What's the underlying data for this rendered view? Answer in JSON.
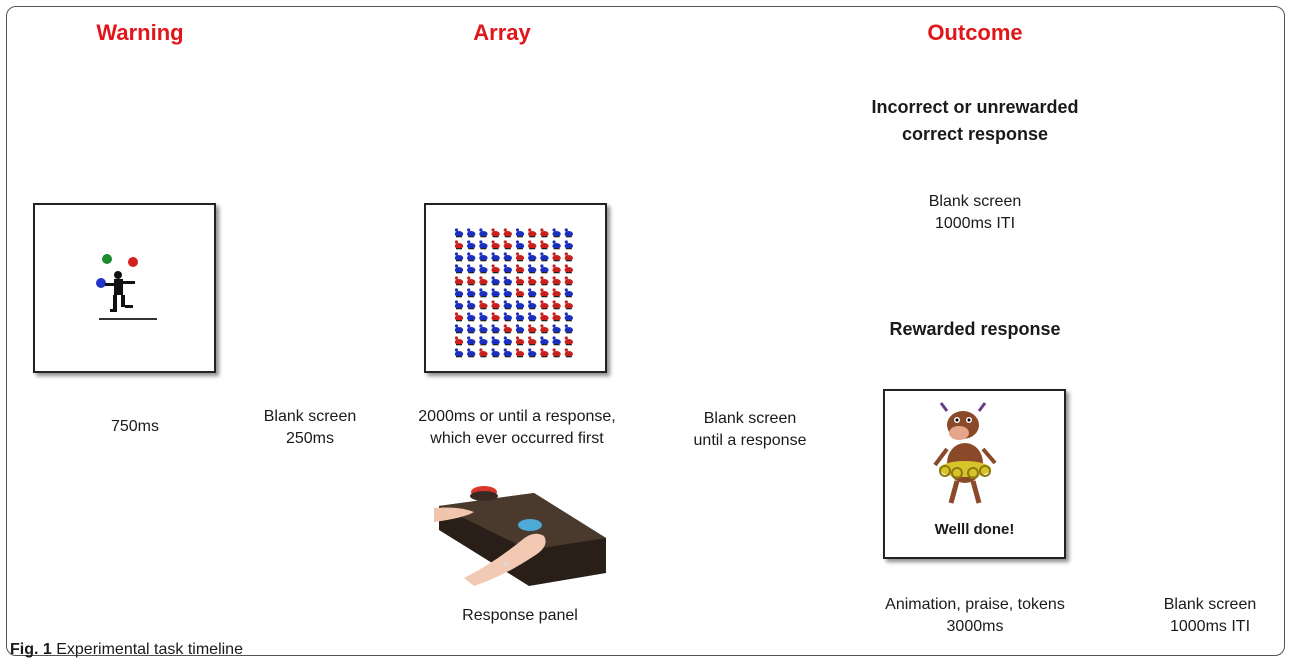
{
  "headers": {
    "warning": "Warning",
    "array": "Array",
    "outcome": "Outcome"
  },
  "outcome": {
    "incorrect_title": "Incorrect or unrewarded correct response",
    "incorrect_title_line1": "Incorrect or unrewarded",
    "incorrect_title_line2": "correct response",
    "incorrect_blank_line1": "Blank screen",
    "incorrect_blank_line2": "1000ms ITI",
    "rewarded_title": "Rewarded response",
    "reward_text": "Welll done!",
    "animation_line1": "Animation, praise, tokens",
    "animation_line2": "3000ms",
    "final_blank_line1": "Blank screen",
    "final_blank_line2": "1000ms ITI"
  },
  "timeline": {
    "warning_duration": "750ms",
    "blank1_line1": "Blank screen",
    "blank1_line2": "250ms",
    "array_line1": "2000ms or until a response,",
    "array_line2": "which ever occurred first",
    "blank2_line1": "Blank screen",
    "blank2_line2": "until a response",
    "response_panel": "Response panel"
  },
  "caption": {
    "label": "Fig. 1",
    "text": "Experimental task timeline"
  },
  "colors": {
    "header": "#e0161b",
    "stim_blue": "#1b2fbf",
    "stim_red": "#c8201e"
  },
  "array_pattern": [
    "BBBRRBRRBB",
    "RBBRRBRRBB",
    "BBBBBRBBRR",
    "BBBRBRBBRR",
    "RRRBBRRRRR",
    "BBBBBRBRRB",
    "BBRRBBBRRR",
    "RBBRBBBRRB",
    "BBBBRBRRBB",
    "RBBBBRRBBR",
    "BBRBBRBRRR"
  ]
}
